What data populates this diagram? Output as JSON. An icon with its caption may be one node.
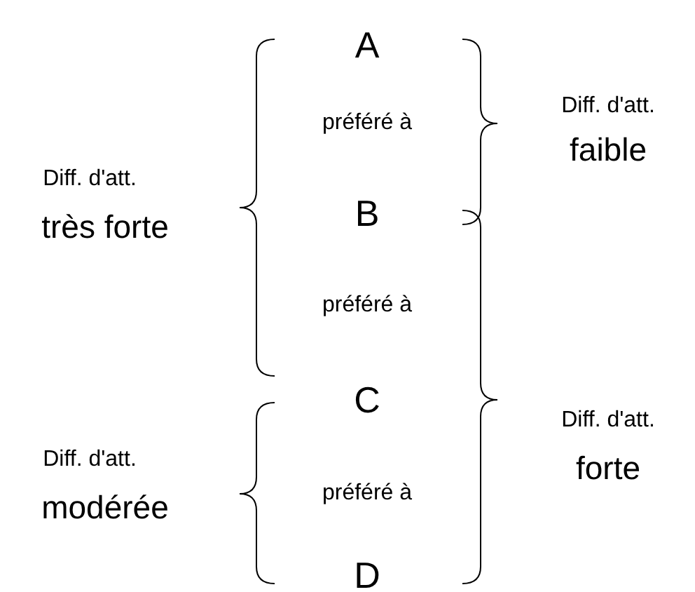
{
  "diagram": {
    "labels": [
      "A",
      "préféré à",
      "B",
      "préféré à",
      "C",
      "préféré à",
      "D",
      "Diff. d'att.",
      "faible",
      "Diff. d'att.",
      "très forte",
      "Diff. d'att.",
      "forte",
      "Diff. d'att.",
      "modérée"
    ]
  }
}
